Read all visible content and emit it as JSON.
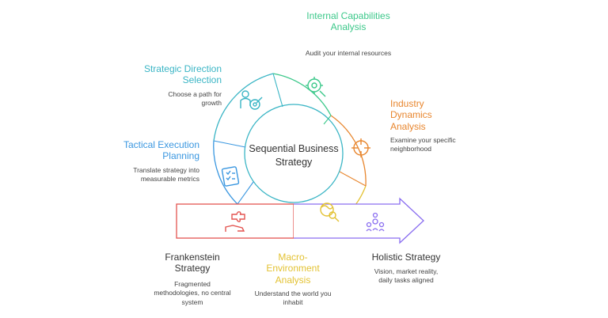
{
  "center": {
    "title": "Sequential Business Strategy"
  },
  "stages": {
    "internal": {
      "title": "Internal Capabilities Analysis",
      "desc": "Audit your internal resources",
      "color": "#3cc88a",
      "icon": "gear-magnifier-icon"
    },
    "industry": {
      "title": "Industry Dynamics Analysis",
      "desc": "Examine your specific neighborhood",
      "color": "#e8862e",
      "icon": "crosshair-target-icon"
    },
    "macro": {
      "title": "Macro-Environment Analysis",
      "desc": "Understand the world you inhabit",
      "color": "#e3c233",
      "icon": "globe-magnifier-icon"
    },
    "tactical": {
      "title": "Tactical Execution Planning",
      "desc": "Translate strategy into measurable metrics",
      "color": "#3a97e0",
      "icon": "clipboard-checklist-icon"
    },
    "direction": {
      "title": "Strategic Direction Selection",
      "desc": "Choose a path for growth",
      "color": "#3ab5c5",
      "icon": "person-target-icon"
    }
  },
  "frankenstein": {
    "title": "Frankenstein Strategy",
    "desc": "Fragmented methodologies, no central system",
    "color": "#e35450",
    "icon": "puzzle-hand-icon"
  },
  "holistic": {
    "title": "Holistic Strategy",
    "desc": "Vision, market reality, daily tasks aligned",
    "color": "#8a6ef0",
    "icon": "team-network-icon"
  }
}
